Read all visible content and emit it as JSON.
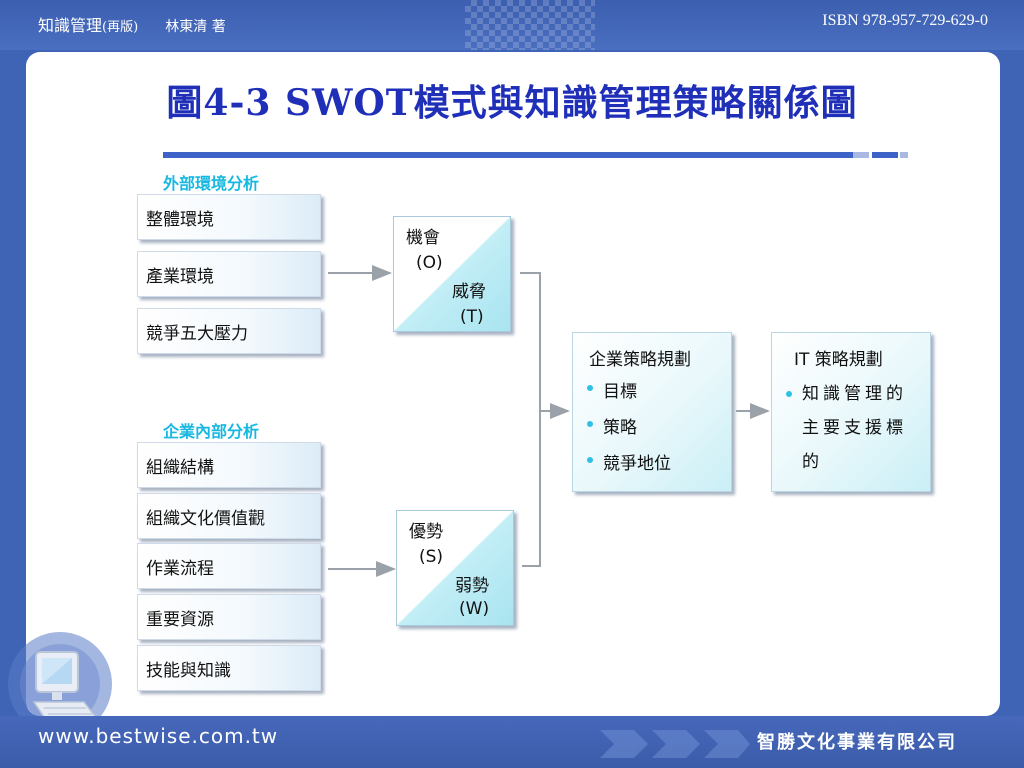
{
  "header": {
    "book_title": "知識管理",
    "edition": "(再版)",
    "author": "林東清 著",
    "isbn": "ISBN 978-957-729-629-0"
  },
  "slide_title": "圖4-3 SWOT模式與知識管理策略關係圖",
  "external": {
    "label": "外部環境分析",
    "items": [
      "整體環境",
      "產業環境",
      "競爭五大壓力"
    ]
  },
  "internal": {
    "label": "企業內部分析",
    "items": [
      "組織結構",
      "組織文化價值觀",
      "作業流程",
      "重要資源",
      "技能與知識"
    ]
  },
  "swot_ot": {
    "opportunity": "機會",
    "opportunity_code": "(O)",
    "threat": "威脅",
    "threat_code": "(T)"
  },
  "swot_sw": {
    "strength": "優勢",
    "strength_code": "(S)",
    "weakness": "弱勢",
    "weakness_code": "(W)"
  },
  "corporate_strategy": {
    "title": "企業策略規劃",
    "bullets": [
      "目標",
      "策略",
      "競爭地位"
    ]
  },
  "it_strategy": {
    "title": "IT 策略規劃",
    "text": "知識管理的主要支援標的"
  },
  "footer": {
    "website": "www.bestwise.com.tw",
    "publisher": "智勝文化事業有限公司"
  },
  "colors": {
    "title": "#1f2fb8",
    "section_label": "#18b8e0",
    "theme_blue": "#3f63b5",
    "box_cyan": "#a8e4f0"
  },
  "icons": [
    "monitor-icon",
    "chevron-arrows-icon"
  ]
}
